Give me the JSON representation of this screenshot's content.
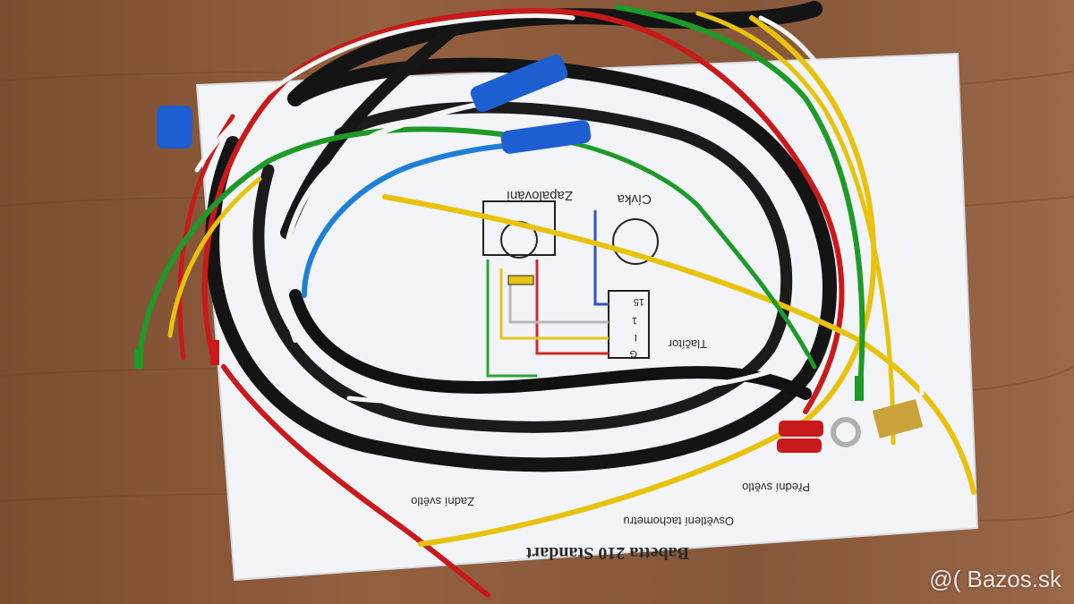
{
  "photo": {
    "subject": "Babetta 210 Standart wiring harness on printed diagram",
    "colors": {
      "table_wood": "#8a5a3a",
      "paper": "#f2f4f7",
      "wire_black": "#141414",
      "wire_red": "#c81a1a",
      "wire_yellow": "#e8c20c",
      "wire_green": "#1d9a28",
      "wire_white": "#f4f4f4",
      "wire_blue": "#1e7fd6",
      "connector_blue": "#1d5fd0"
    }
  },
  "paper_text": {
    "title": "Babetta 210 Standart",
    "ignition": "Zapalování",
    "coil": "Cívka",
    "switch": "Tlačítor",
    "front_light": "Přední světlo",
    "rear_light": "Zadní světlo",
    "speedo_light": "Osvětlení tachometru",
    "term_15": "15",
    "term_1": "1",
    "term_i": "I",
    "term_g": "G"
  },
  "watermark": "@( Bazos.sk"
}
